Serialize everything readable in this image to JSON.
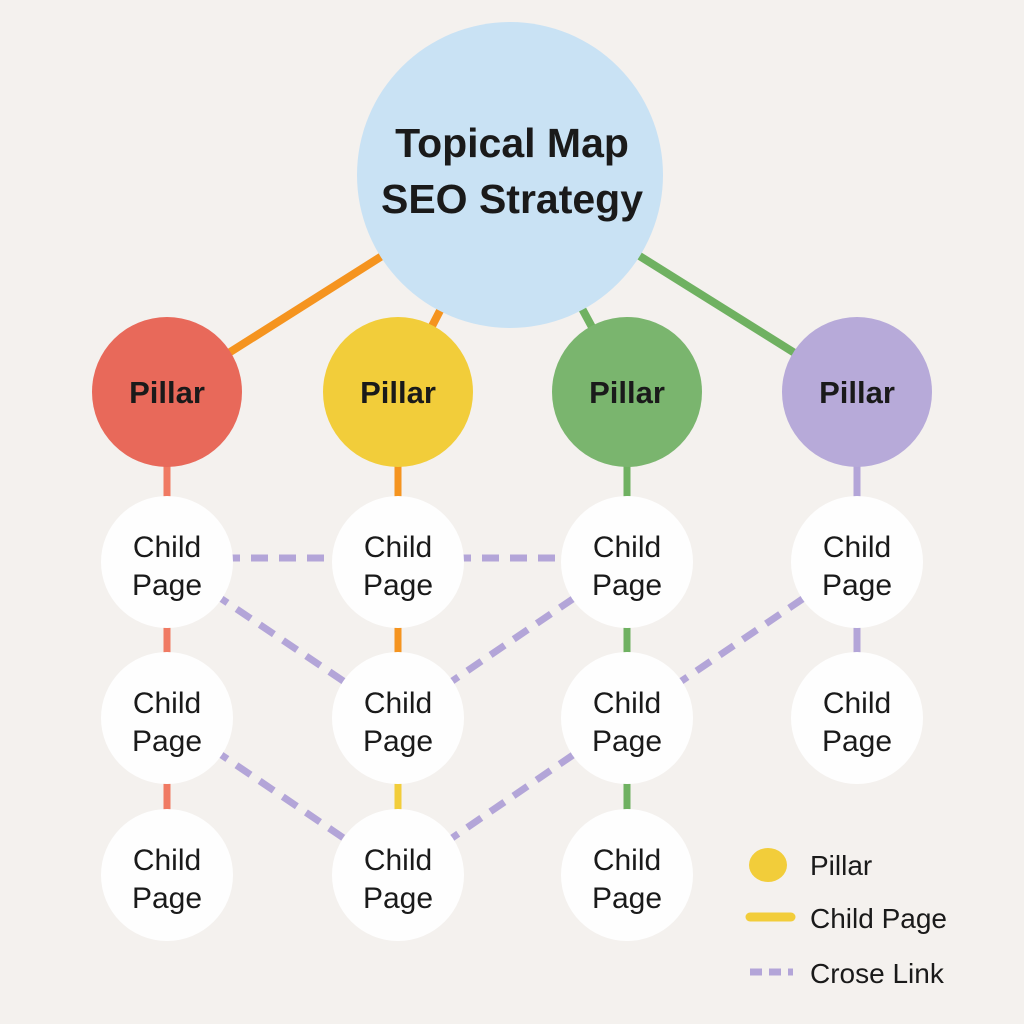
{
  "title": {
    "line1": "Topical Map",
    "line2": "SEO Strategy"
  },
  "pillars": [
    {
      "label": "Pillar",
      "fill": "#e8695a"
    },
    {
      "label": "Pillar",
      "fill": "#f2cd3a"
    },
    {
      "label": "Pillar",
      "fill": "#7ab56e"
    },
    {
      "label": "Pillar",
      "fill": "#b7aad9"
    }
  ],
  "children": [
    {
      "line1": "Child",
      "line2": "Page"
    },
    {
      "line1": "Child",
      "line2": "Page"
    },
    {
      "line1": "Child",
      "line2": "Page"
    },
    {
      "line1": "Child",
      "line2": "Page"
    },
    {
      "line1": "Child",
      "line2": "Page"
    },
    {
      "line1": "Child",
      "line2": "Page"
    },
    {
      "line1": "Child",
      "line2": "Page"
    },
    {
      "line1": "Child",
      "line2": "Page"
    },
    {
      "line1": "Child",
      "line2": "Page"
    },
    {
      "line1": "Child",
      "line2": "Page"
    },
    {
      "line1": "Child",
      "line2": "Page"
    }
  ],
  "legend": {
    "items": [
      {
        "icon": "pillar-dot-icon",
        "label": "Pillar"
      },
      {
        "icon": "child-page-line-icon",
        "label": "Child Page"
      },
      {
        "icon": "cross-link-dash-icon",
        "label": "Crose Link"
      }
    ]
  },
  "colors": {
    "background": "#f4f1ee",
    "hub_fill": "#c9e2f4",
    "node_fill": "#fefefe",
    "text": "#1a1a1a",
    "line_orange": "#f5941f",
    "line_coral": "#f07a63",
    "line_yellow": "#f2cd3a",
    "line_green": "#6fb161",
    "cross_link": "#b3a5d8"
  }
}
